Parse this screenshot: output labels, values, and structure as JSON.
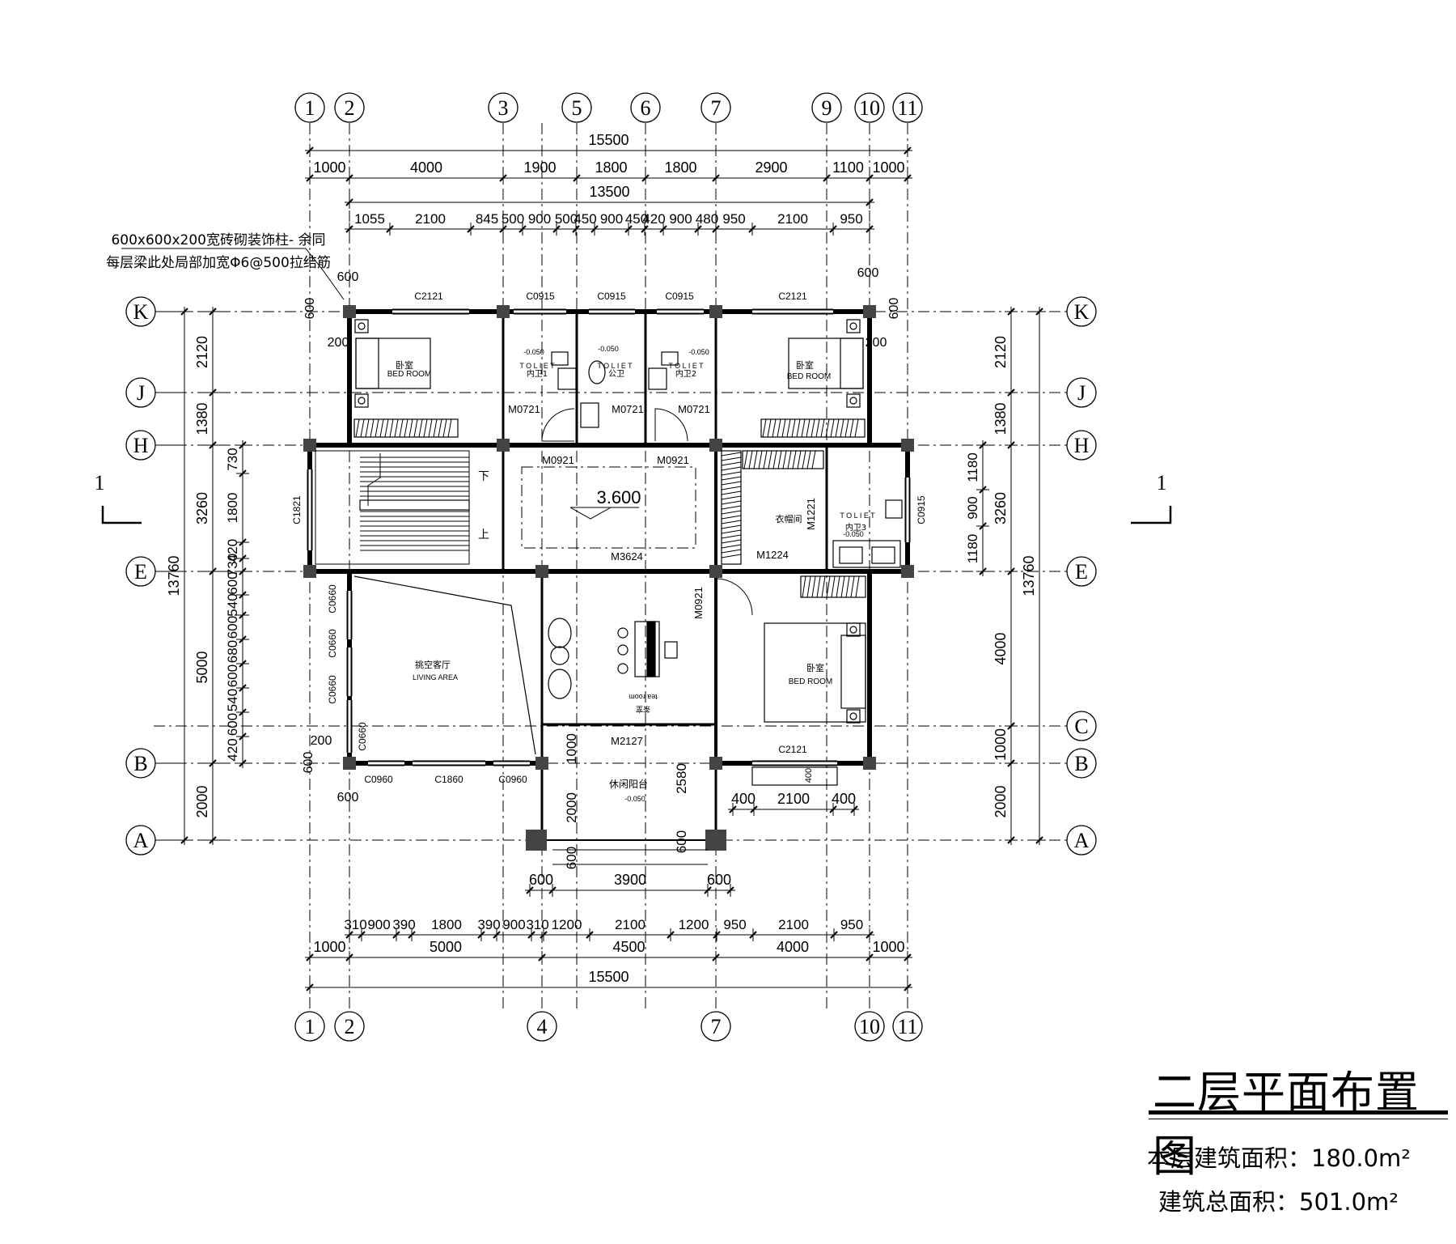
{
  "title": "二层平面布置图",
  "area_this_floor": "本层建筑面积：180.0m²",
  "area_total": "建筑总面积：501.0m²",
  "note_line1": "600x600x200宽砖砌装饰柱- 余同",
  "note_line2": "每层梁此处局部加宽Φ6@500拉结筋",
  "elevation": "3.600",
  "section_mark": "1",
  "top_axes": [
    "1",
    "2",
    "3",
    "5",
    "6",
    "7",
    "9",
    "10",
    "11"
  ],
  "bottom_axes": [
    "1",
    "2",
    "4",
    "7",
    "10",
    "11"
  ],
  "left_axes": [
    "K",
    "J",
    "H",
    "E",
    "B",
    "A"
  ],
  "right_axes": [
    "K",
    "J",
    "H",
    "E",
    "C",
    "B",
    "A"
  ],
  "dims_top": {
    "total": "15500",
    "row1": [
      "1000",
      "4000",
      "1900",
      "1800",
      "1800",
      "2900",
      "1100",
      "1000"
    ],
    "mid": "13500",
    "row2": [
      "1055",
      "2100",
      "845",
      "500",
      "900",
      "500",
      "450",
      "900",
      "450",
      "420",
      "900",
      "480",
      "950",
      "2100",
      "950"
    ]
  },
  "dims_bottom": {
    "row1": [
      "310",
      "900",
      "390",
      "1800",
      "390",
      "900",
      "310",
      "1200",
      "2100",
      "1200",
      "950",
      "2100",
      "950"
    ],
    "row2": [
      "1000",
      "5000",
      "4500",
      "4000",
      "1000"
    ],
    "total": "15500",
    "balcony": [
      "600",
      "3900",
      "600"
    ]
  },
  "dims_left": {
    "total": "13760",
    "outer": [
      "2120",
      "1380",
      "3260",
      "5000",
      "2000"
    ],
    "inner": [
      "730",
      "1800",
      "420",
      "730",
      "600",
      "540",
      "600",
      "680",
      "600",
      "540",
      "600",
      "420"
    ]
  },
  "dims_right": {
    "total": "13760",
    "outer": [
      "2120",
      "1380",
      "3260",
      "4000",
      "1000",
      "2000"
    ],
    "inner": [
      "1180",
      "900",
      "1180"
    ]
  },
  "column_marks": [
    "600",
    "600",
    "200",
    "200",
    "600",
    "600",
    "200",
    "600",
    "600"
  ],
  "windows": [
    "C2121",
    "C0915",
    "C0915",
    "C0915",
    "C2121",
    "C1821",
    "C0915",
    "C0660",
    "C0660",
    "C0660",
    "C0660",
    "C0960",
    "C1860",
    "C0960",
    "C2121"
  ],
  "doors": [
    "M0721",
    "M0721",
    "M0721",
    "M0921",
    "M0921",
    "M3624",
    "M1221",
    "M1224",
    "M0921",
    "M2127"
  ],
  "rooms": {
    "bed_left_cn": "卧室",
    "bed_left_en": "BED   ROOM",
    "bed_right_cn": "卧室",
    "bed_right_en": "BED   ROOM",
    "bath1": "内卫1",
    "bath_public": "公卫",
    "bath2": "内卫2",
    "bath3": "内卫3",
    "toilet": "T O L I E T",
    "cloak": "衣帽间",
    "living_cn": "挑空客厅",
    "living_en": "LIVING   AREA",
    "tea_cn": "茶室",
    "tea_en": "tea room",
    "bed_se_cn": "卧室",
    "bed_se_en": "BED   ROOM",
    "balcony": "休闲阳台",
    "stair_down": "下",
    "stair_up": "上",
    "level_mark": "-0.050",
    "balc_dims": [
      "400",
      "2100",
      "400"
    ],
    "small_400": "400",
    "balcony_2580": "2580",
    "balcony_2000": "2000",
    "balcony_1000": "1000",
    "balcony_600a": "600",
    "balcony_600b": "600"
  }
}
